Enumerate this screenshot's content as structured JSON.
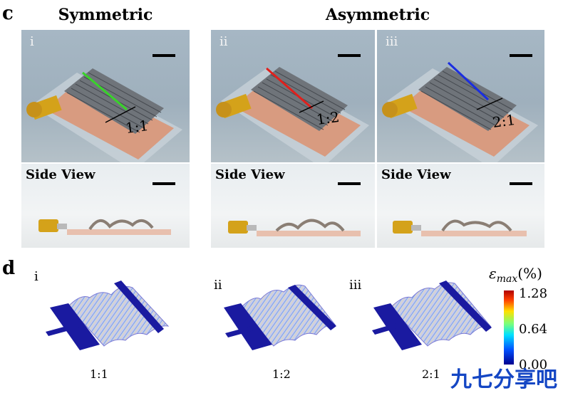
{
  "panel_c": {
    "letter": "c",
    "group_titles": {
      "symmetric": "Symmetric",
      "asymmetric": "Asymmetric"
    },
    "photos": [
      {
        "roman": "i",
        "ratio": "1:1",
        "line_color": "#39d32a"
      },
      {
        "roman": "ii",
        "ratio": "1:2",
        "line_color": "#e0201c"
      },
      {
        "roman": "iii",
        "ratio": "2:1",
        "line_color": "#1b2ee0"
      }
    ],
    "side_view_label": "Side View"
  },
  "panel_d": {
    "letter": "d",
    "simulations": [
      {
        "roman": "i",
        "ratio": "1:1"
      },
      {
        "roman": "ii",
        "ratio": "1:2"
      },
      {
        "roman": "iii",
        "ratio": "2:1"
      }
    ],
    "colorbar": {
      "symbol": "ε",
      "subscript": "max",
      "unit": "(%)",
      "ticks": [
        "1.28",
        "0.64",
        "0.00"
      ]
    }
  },
  "watermark": "九七分享吧",
  "colors": {
    "electrode": "#1a1aa0",
    "copper": "#d79a7c",
    "connector": "#d4a21a",
    "watermark": "#1446c4"
  }
}
